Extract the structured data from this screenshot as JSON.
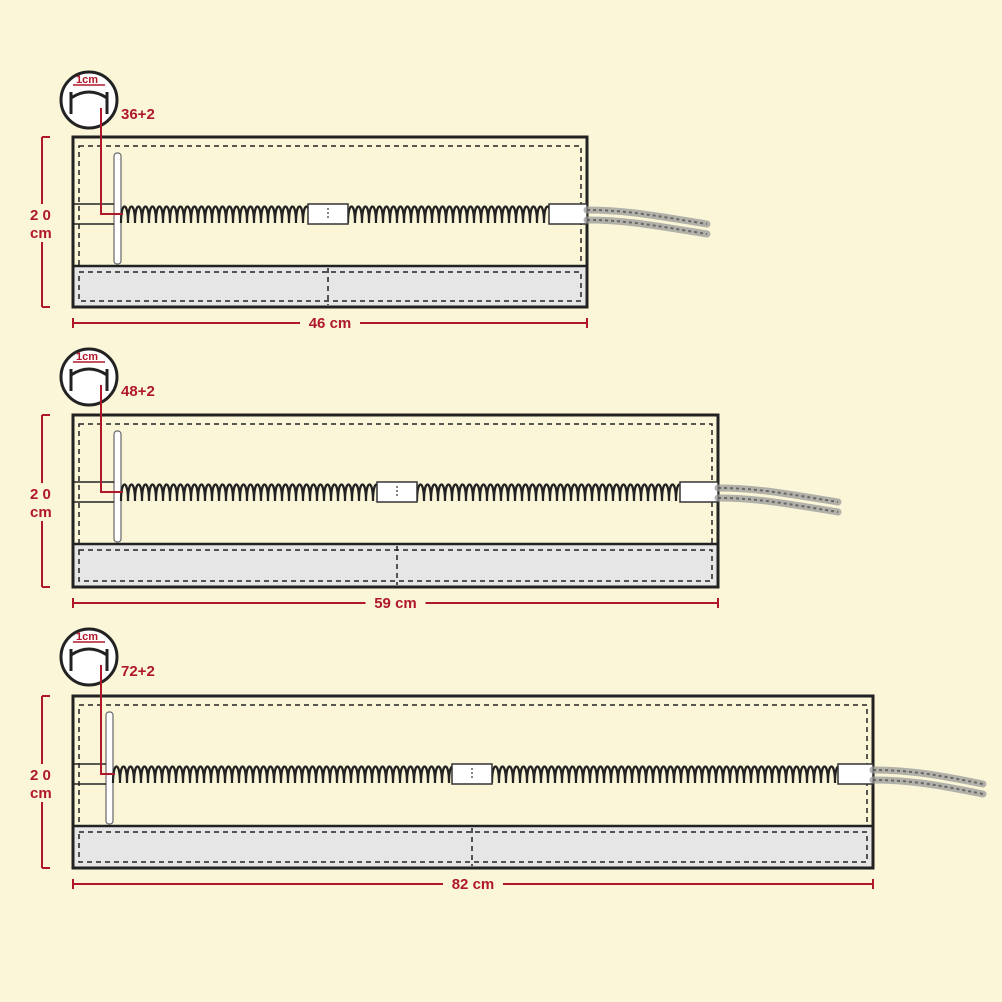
{
  "heaters": [
    {
      "id": "heater-1",
      "circle_label": "1cm",
      "coil_count": "36+2",
      "height_label": "2 0\ncm",
      "width_label": "46 cm"
    },
    {
      "id": "heater-2",
      "circle_label": "1cm",
      "coil_count": "48+2",
      "height_label": "2 0\ncm",
      "width_label": "59 cm"
    },
    {
      "id": "heater-3",
      "circle_label": "1cm",
      "coil_count": "72+2",
      "height_label": "2 0\ncm",
      "width_label": "82 cm"
    }
  ],
  "colors": {
    "background": "#fbf6d8",
    "dimension": "#b0182a",
    "outline": "#222222",
    "base_fill": "#e6e6e6",
    "cable": "#9a9a9a"
  }
}
